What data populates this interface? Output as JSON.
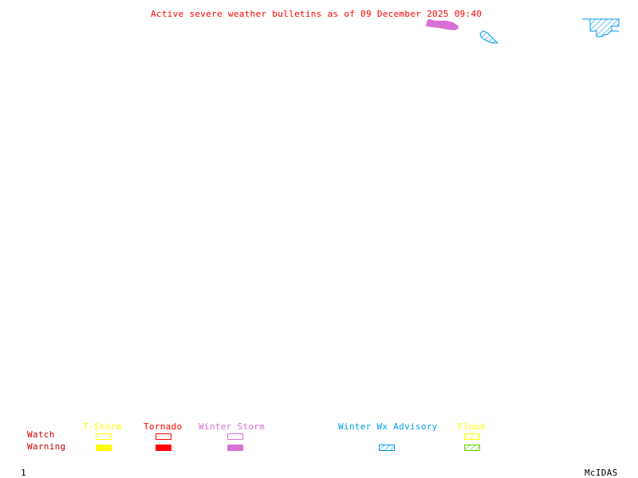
{
  "title": "Active severe weather bulletins as of 09 December 2025 09:40",
  "colors": {
    "title": "#ff0000",
    "tstorm": "#ffff00",
    "tornado": "#ff0000",
    "winter_storm": "#da70d6",
    "winter_wx_advisory": "#0099ee",
    "flood_watch": "#ffff00",
    "flood_warning": "#66cc00",
    "row_label": "#d00000"
  },
  "legend": {
    "rows": {
      "watch": "Watch",
      "warning": "Warning"
    },
    "categories": [
      {
        "id": "tstorm",
        "label": "T-Storm",
        "watch": "outline",
        "warning": "solid"
      },
      {
        "id": "tornado",
        "label": "Tornado",
        "watch": "outline",
        "warning": "solid"
      },
      {
        "id": "winter_storm",
        "label": "Winter Storm",
        "watch": "outline",
        "warning": "solid"
      },
      {
        "id": "winter_wx_advisory",
        "label": "Winter Wx Advisory",
        "watch": "none",
        "warning": "hatched"
      },
      {
        "id": "flood",
        "label": "Flood",
        "watch": "hatched",
        "warning": "hatched"
      }
    ]
  },
  "map_regions": [
    {
      "name": "winter-storm-warning-area",
      "type": "winter_storm",
      "style": "solid"
    },
    {
      "name": "winter-advisory-area-small",
      "type": "winter_wx_advisory",
      "style": "hatched"
    },
    {
      "name": "winter-advisory-area-ne",
      "type": "winter_wx_advisory",
      "style": "hatched"
    }
  ],
  "footer": {
    "frame_number": "1",
    "brand": "McIDAS"
  }
}
